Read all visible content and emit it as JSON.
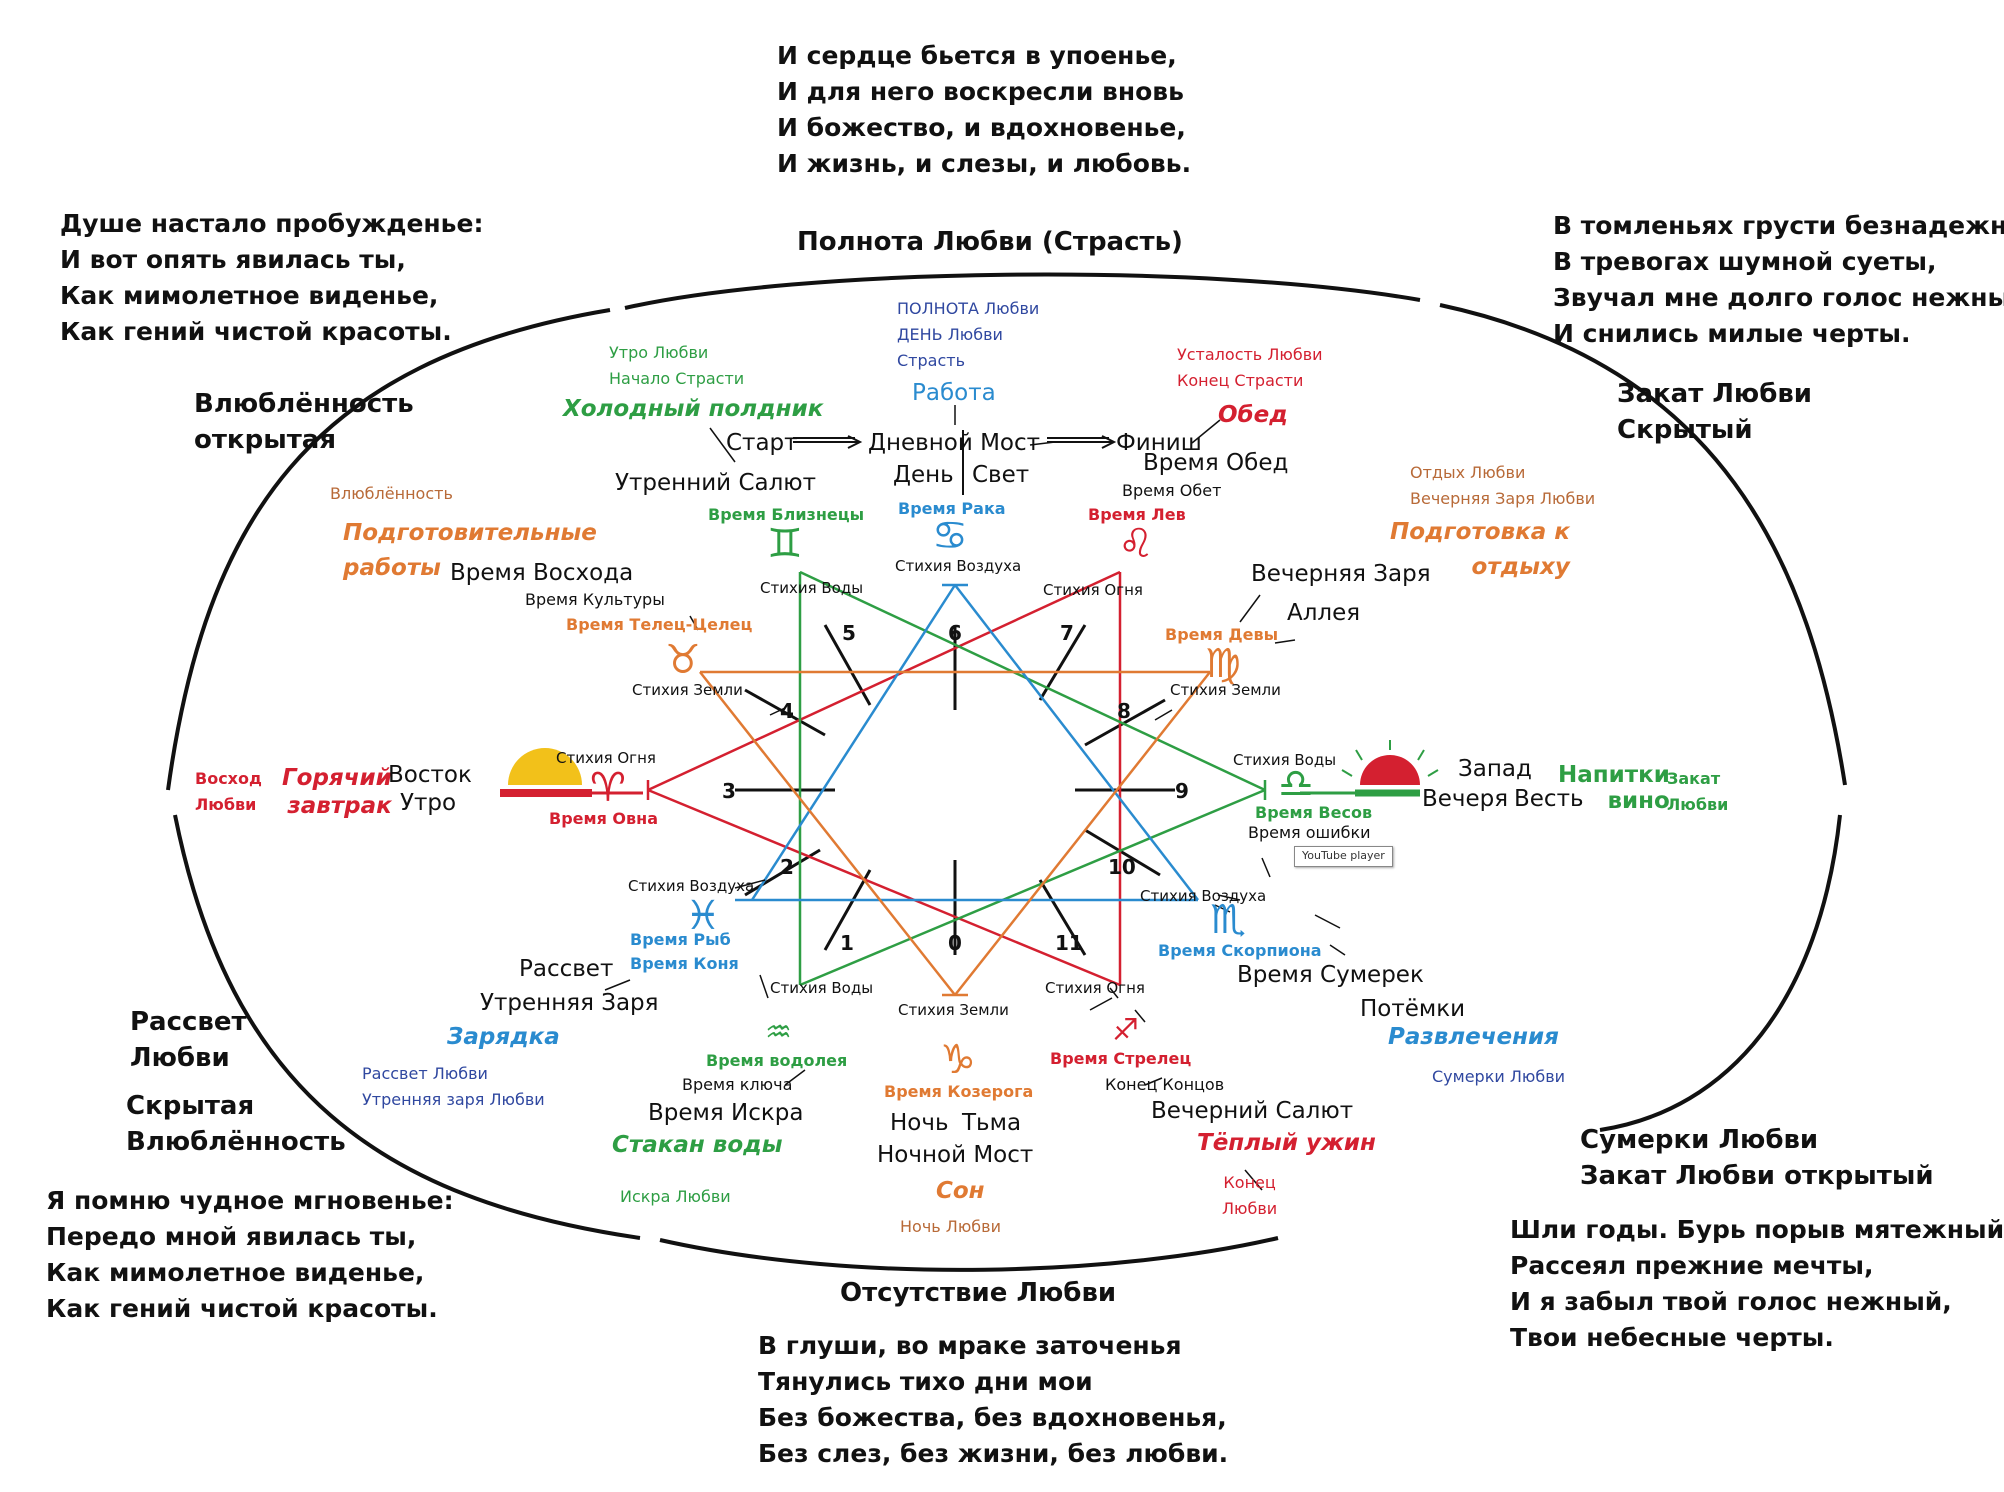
{
  "palette": {
    "green": "#2e9e44",
    "red": "#d42030",
    "blue": "#2a8bcf",
    "orange": "#e07a33",
    "navy": "#3048a0",
    "brown": "#b86a38",
    "black": "#111111",
    "yellow": "#f2c11a"
  },
  "poems": {
    "top": "И сердце бьется в упоенье,\nИ для него воскресли вновь\nИ божество, и вдохновенье,\nИ жизнь, и слезы, и любовь.",
    "top_left": "Душе настало пробужденье:\nИ вот опять явилась ты,\nКак мимолетное виденье,\nКак гений чистой красоты.",
    "top_right": "В томленьях грусти безнадежной,\nВ тревогах шумной суеты,\nЗвучал мне долго голос нежный\nИ снились милые черты.",
    "bottom_left": "Я помню чудное мгновенье:\nПередо мной явилась ты,\nКак мимолетное виденье,\nКак гений чистой красоты.",
    "bottom_right": "Шли годы. Бурь порыв мятежный\nРассеял прежние мечты,\nИ я забыл твой голос нежный,\nТвои небесные черты.",
    "bottom": "В глуши, во мраке заточенья\nТянулись тихо дни мои\nБез божества, без вдохновенья,\nБез слез, без жизни, без любви."
  },
  "phases": {
    "top": "Полнота Любви (Страсть)",
    "top_left": "Влюблённость\nоткрытая",
    "top_right": "Закат Любви\nСкрытый",
    "bottom_left_1": "Рассвет\nЛюбви",
    "bottom_left_2": "Скрытая\nВлюблённость",
    "bottom_right": "Сумерки Любви\nЗакат Любви открытый",
    "bottom": "Отсутствие Любви"
  },
  "numbers": [
    "0",
    "1",
    "2",
    "3",
    "4",
    "5",
    "6",
    "7",
    "8",
    "9",
    "10",
    "11"
  ],
  "elements": {
    "water": "Стихия Воды",
    "fire": "Стихия Огня",
    "earth": "Стихия Земли",
    "air": "Стихия Воздуха"
  },
  "signs": {
    "aries": "♈",
    "taurus": "♉",
    "gemini": "♊",
    "cancer": "♋",
    "leo": "♌",
    "virgo": "♍",
    "libra": "♎",
    "scorpio": "♏",
    "sagittarius": "♐",
    "capricorn": "♑",
    "aquarius": "♒",
    "pisces": "♓"
  },
  "times": {
    "aries": "Время Овна",
    "taurus": "Время Телец-Целец",
    "gemini": "Время Близнецы",
    "cancer": "Время Рака",
    "leo": "Время Лев",
    "virgo": "Время Девы",
    "libra": "Время Весов",
    "scorpio": "Время Скорпиона",
    "sagittarius": "Время Стрелец",
    "capricorn": "Время Козерога",
    "aquarius": "Время водолея",
    "pisces_1": "Время Рыб",
    "pisces_2": "Время Коня"
  },
  "top": {
    "love": [
      "ПОЛНОТА Любви",
      "ДЕНЬ Любви",
      "Страсть"
    ],
    "work": "Работа",
    "start": "Старт",
    "bridge": "Дневной Мост",
    "finish": "Финиш",
    "day": "День",
    "light": "Свет",
    "morning_salute": "Утренний Салют",
    "cold_lunch": "Холодный полдник",
    "morning_love": "Утро Любви",
    "passion_start": "Начало Страсти",
    "fatigue_love": "Усталость Любви",
    "passion_end": "Конец Страсти",
    "lunch": "Обед",
    "lunch_time": "Время Обед",
    "obet": "Время Обет"
  },
  "left": {
    "infatuation": "Влюблённость",
    "prep_work": "Подготовительные\nработы",
    "sunrise_time": "Время Восхода",
    "culture_time": "Время Культуры",
    "sunrise_love": "Восход\nЛюбви",
    "hot_breakfast": "Горячий\nзавтрак",
    "east": "Восток",
    "morning": "Утро"
  },
  "right": {
    "rest_love": "Отдых Любви",
    "evening_dawn_love": "Вечерняя Заря Любви",
    "prep_rest": "Подготовка к\nотдыху",
    "evening_dawn": "Вечерняя Заря",
    "alley": "Аллея",
    "west": "Запад",
    "evening": "Вечеря",
    "news": "Весть",
    "drinks": "Напитки\nвино",
    "sunset_love": "Закат\nЛюбви",
    "mistake_time": "Время ошибки",
    "youtube": "YouTube player"
  },
  "bottom_left": {
    "dawn": "Рассвет",
    "morning_dawn": "Утренняя Заря",
    "exercise": "Зарядка",
    "dawn_love": "Рассвет Любви",
    "morning_dawn_love": "Утренняя заря Любви",
    "key_time": "Время ключа",
    "spark_time": "Время Искра",
    "glass_water": "Стакан воды",
    "spark_love": "Искра Любви"
  },
  "bottom": {
    "night": "Ночь",
    "darkness": "Тьма",
    "night_bridge": "Ночной Мост",
    "sleep": "Сон",
    "night_love": "Ночь Любви"
  },
  "bottom_right": {
    "twilight_time": "Время Сумерек",
    "darkness_falls": "Потёмки",
    "entertainment": "Развлечения",
    "twilight_love": "Сумерки Любви",
    "end_of_ends": "Конец Концов",
    "evening_salute": "Вечерний Салют",
    "warm_dinner": "Тёплый ужин",
    "end_love": "Конец\nЛюбви"
  }
}
